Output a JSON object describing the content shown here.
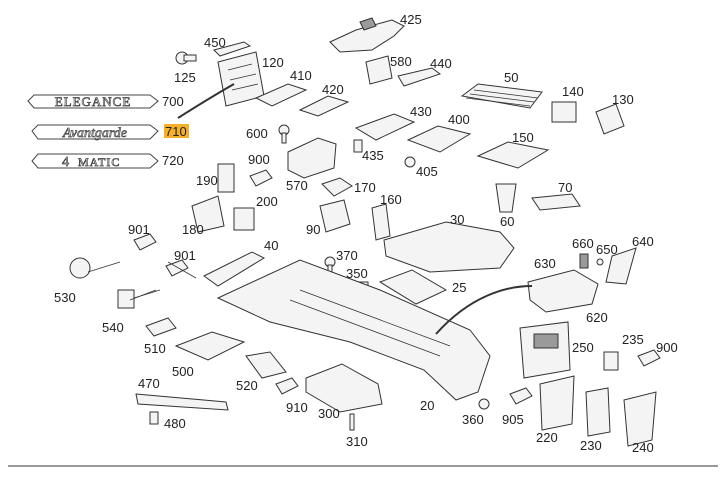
{
  "badges": {
    "elegance": "ELEGANCE",
    "avantgarde": "Avantgarde",
    "matic_digit": "4",
    "matic_text": "MATIC"
  },
  "highlight_color": "#f5b02a",
  "labels": {
    "p425": "425",
    "p450": "450",
    "p120": "120",
    "p125": "125",
    "p410": "410",
    "p580": "580",
    "p440": "440",
    "p50": "50",
    "p420": "420",
    "p700": "700",
    "p140": "140",
    "p130": "130",
    "p430": "430",
    "p400": "400",
    "p710": "710",
    "p600": "600",
    "p150": "150",
    "p435": "435",
    "p720": "720",
    "p900a": "900",
    "p405": "405",
    "p190": "190",
    "p570": "570",
    "p170": "170",
    "p70": "70",
    "p200": "200",
    "p160": "160",
    "p60": "60",
    "p180": "180",
    "p90": "90",
    "p30": "30",
    "p901a": "901",
    "p40": "40",
    "p660": "660",
    "p640": "640",
    "p650": "650",
    "p901b": "901",
    "p370": "370",
    "p630": "630",
    "p350": "350",
    "p530": "530",
    "p25": "25",
    "p540": "540",
    "p620": "620",
    "p510": "510",
    "p235": "235",
    "p250": "250",
    "p900b": "900",
    "p500": "500",
    "p470": "470",
    "p520": "520",
    "p910": "910",
    "p300": "300",
    "p20": "20",
    "p360": "360",
    "p905": "905",
    "p480": "480",
    "p310": "310",
    "p220": "220",
    "p230": "230",
    "p240": "240"
  }
}
